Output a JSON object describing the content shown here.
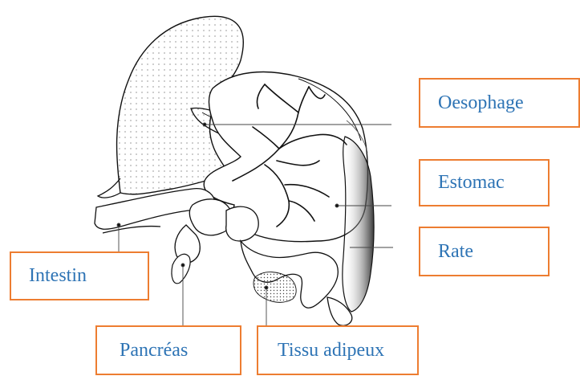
{
  "diagram": {
    "labels": {
      "oesophage": "Oesophage",
      "estomac": "Estomac",
      "rate": "Rate",
      "intestin": "Intestin",
      "pancreas": "Pancréas",
      "tissu_adipeux": "Tissu adipeux"
    },
    "colors": {
      "box_border": "#ED7D31",
      "label_text": "#2E74B5",
      "drawing_line": "#111111",
      "pointer_line": "#444444"
    }
  }
}
